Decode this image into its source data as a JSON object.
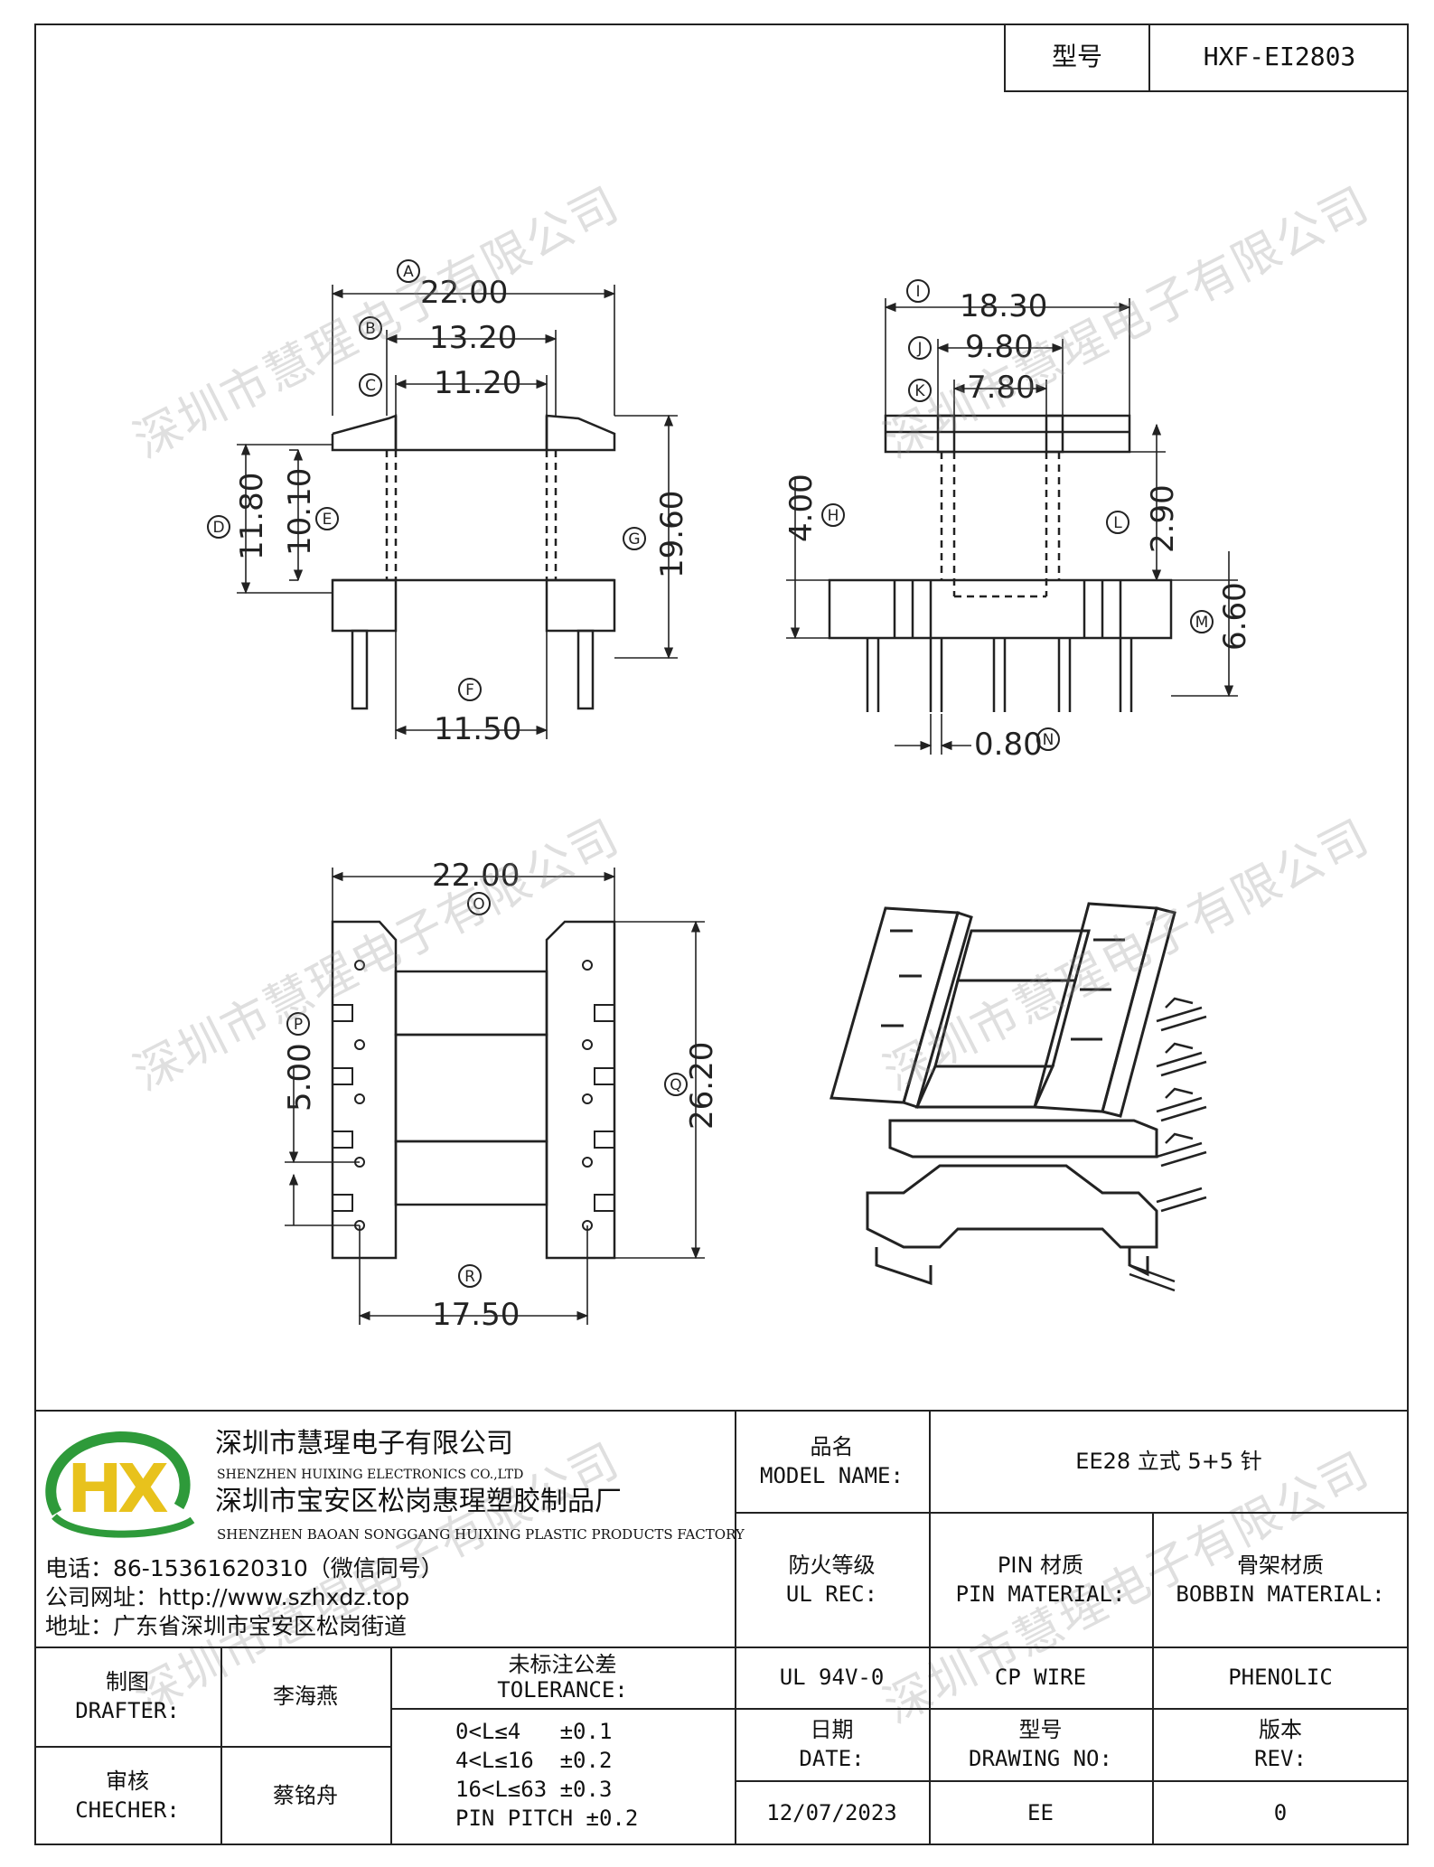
{
  "header": {
    "label": "型号",
    "value": "HXF-EI2803"
  },
  "drawing": {
    "top_left": {
      "labels": {
        "A": "A",
        "B": "B",
        "C": "C",
        "D": "D",
        "E": "E",
        "F": "F",
        "G": "G"
      },
      "dims": {
        "A": "22.00",
        "B": "13.20",
        "C": "11.20",
        "D": "11.80",
        "E": "10.10",
        "F": "11.50",
        "G": "19.60"
      }
    },
    "top_right": {
      "labels": {
        "I": "I",
        "J": "J",
        "K": "K",
        "H": "H",
        "L": "L",
        "M": "M",
        "N": "N"
      },
      "dims": {
        "I": "18.30",
        "J": "9.80",
        "K": "7.80",
        "H": "4.00",
        "L": "2.90",
        "M": "6.60",
        "N": "0.80"
      }
    },
    "bottom_left": {
      "labels": {
        "O": "O",
        "P": "P",
        "Q": "Q",
        "R": "R"
      },
      "dims": {
        "O": "22.00",
        "P": "5.00",
        "Q": "26.20",
        "R": "17.50"
      }
    }
  },
  "watermark": "深圳市慧瑆电子有限公司",
  "company": {
    "name_cn": "深圳市慧瑆电子有限公司",
    "name_en": "SHENZHEN HUIXING ELECTRONICS CO.,LTD",
    "factory_cn": "深圳市宝安区松岗惠瑆塑胶制品厂",
    "factory_en": "SHENZHEN BAOAN SONGGANG HUIXING PLASTIC PRODUCTS FACTORY",
    "phone": "电话：86-15361620310（微信同号）",
    "website": "公司网址：http://www.szhxdz.top",
    "address": "地址：广东省深圳市宝安区松岗街道",
    "logo_text": "HX",
    "colors": {
      "green": "#2e9a3a",
      "yellow": "#e8c21c"
    }
  },
  "titleblock": {
    "model_name_cn": "品名",
    "model_name_en": "MODEL NAME:",
    "model_name_value": "EE28 立式 5+5 针",
    "ul_cn": "防火等级",
    "ul_en": "UL REC:",
    "pin_material_cn": "PIN 材质",
    "pin_material_en": "PIN MATERIAL:",
    "bobbin_material_cn": "骨架材质",
    "bobbin_material_en": "BOBBIN MATERIAL:",
    "ul_value": "UL 94V-0",
    "pin_value": "CP WIRE",
    "bobbin_value": "PHENOLIC",
    "drafter_cn": "制图",
    "drafter_en": "DRAFTER:",
    "drafter_name": "李海燕",
    "checker_cn": "审核",
    "checker_en": "CHECHER:",
    "checker_name": "蔡铭舟",
    "tolerance_cn": "未标注公差",
    "tolerance_en": "TOLERANCE:",
    "tolerance_lines": [
      "0<L≤4   ±0.1",
      "4<L≤16  ±0.2",
      "16<L≤63 ±0.3",
      "PIN PITCH ±0.2"
    ],
    "date_cn": "日期",
    "date_en": "DATE:",
    "drawing_no_cn": "型号",
    "drawing_no_en": "DRAWING NO:",
    "rev_cn": "版本",
    "rev_en": "REV:",
    "date_value": "12/07/2023",
    "drawing_no_value": "EE",
    "rev_value": "0"
  }
}
